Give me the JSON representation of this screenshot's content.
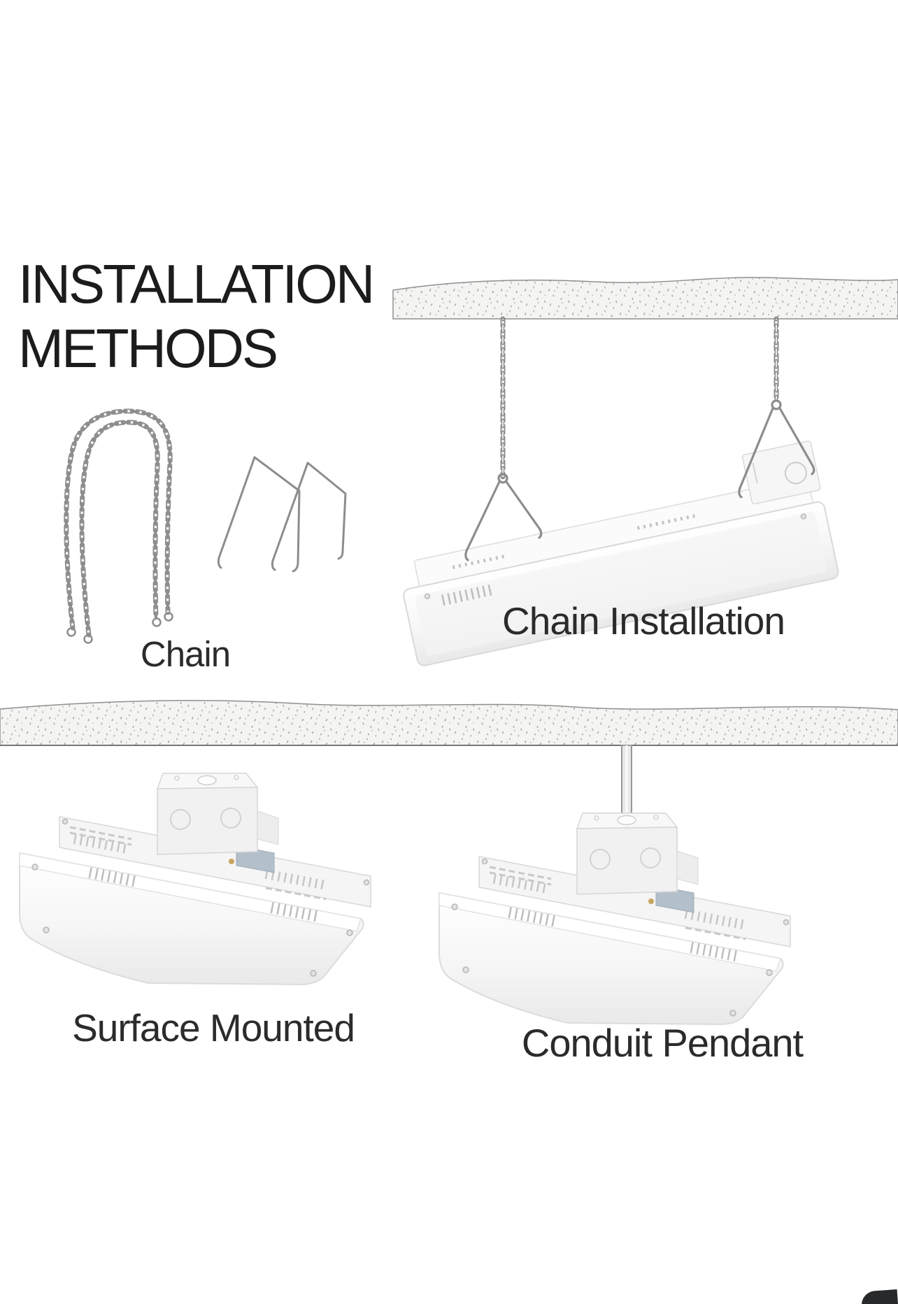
{
  "title": "INSTALLATION METHODS",
  "labels": {
    "chain": "Chain",
    "chain_installation": "Chain Installation",
    "surface_mounted": "Surface Mounted",
    "conduit_pendant": "Conduit Pendant"
  },
  "illustrations": [
    {
      "name": "ceiling-strip-icon",
      "meaning": "speckled ceiling cross-section"
    },
    {
      "name": "hanging-chain-icon",
      "meaning": "suspension chain from ceiling"
    },
    {
      "name": "v-hook-hanger-icon",
      "meaning": "V-shaped wire hanger"
    },
    {
      "name": "chain-kit-icon",
      "meaning": "chain accessory with end hooks"
    },
    {
      "name": "linear-highbay-fixture-icon",
      "meaning": "white linear high bay LED fixture"
    },
    {
      "name": "junction-box-icon",
      "meaning": "square mounting junction box"
    },
    {
      "name": "conduit-rod-icon",
      "meaning": "vertical conduit pendant stem"
    }
  ],
  "colors": {
    "background": "#ffffff",
    "text": "#1c1c1c",
    "caption_text": "#2b2b2b",
    "ceiling_fill": "#f4f4f2",
    "ceiling_speckle": "#a9a9a9",
    "outline_gray": "#8f8f8f",
    "fixture_white": "#fafafa",
    "fixture_shadow": "#e8e8e8",
    "driver_label_blue": "#b3bfca",
    "corner_mark": "#28292b"
  }
}
